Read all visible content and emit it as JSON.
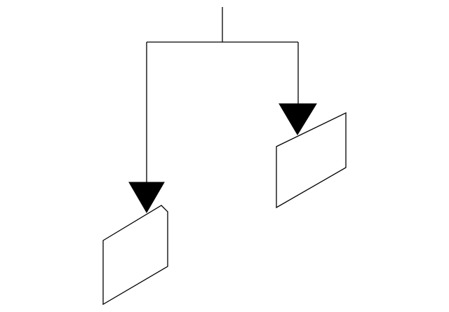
{
  "diagram": {
    "type": "tree",
    "background": "#ffffff",
    "line_color": "#000000",
    "root": {
      "label": "",
      "children": [
        {
          "id": "left-branch",
          "edge_style": "arrow",
          "node_shape": "skewed-parallelogram-with-clipped-corner",
          "label": ""
        },
        {
          "id": "right-branch",
          "edge_style": "arrow",
          "node_shape": "skewed-parallelogram",
          "label": ""
        }
      ]
    }
  }
}
